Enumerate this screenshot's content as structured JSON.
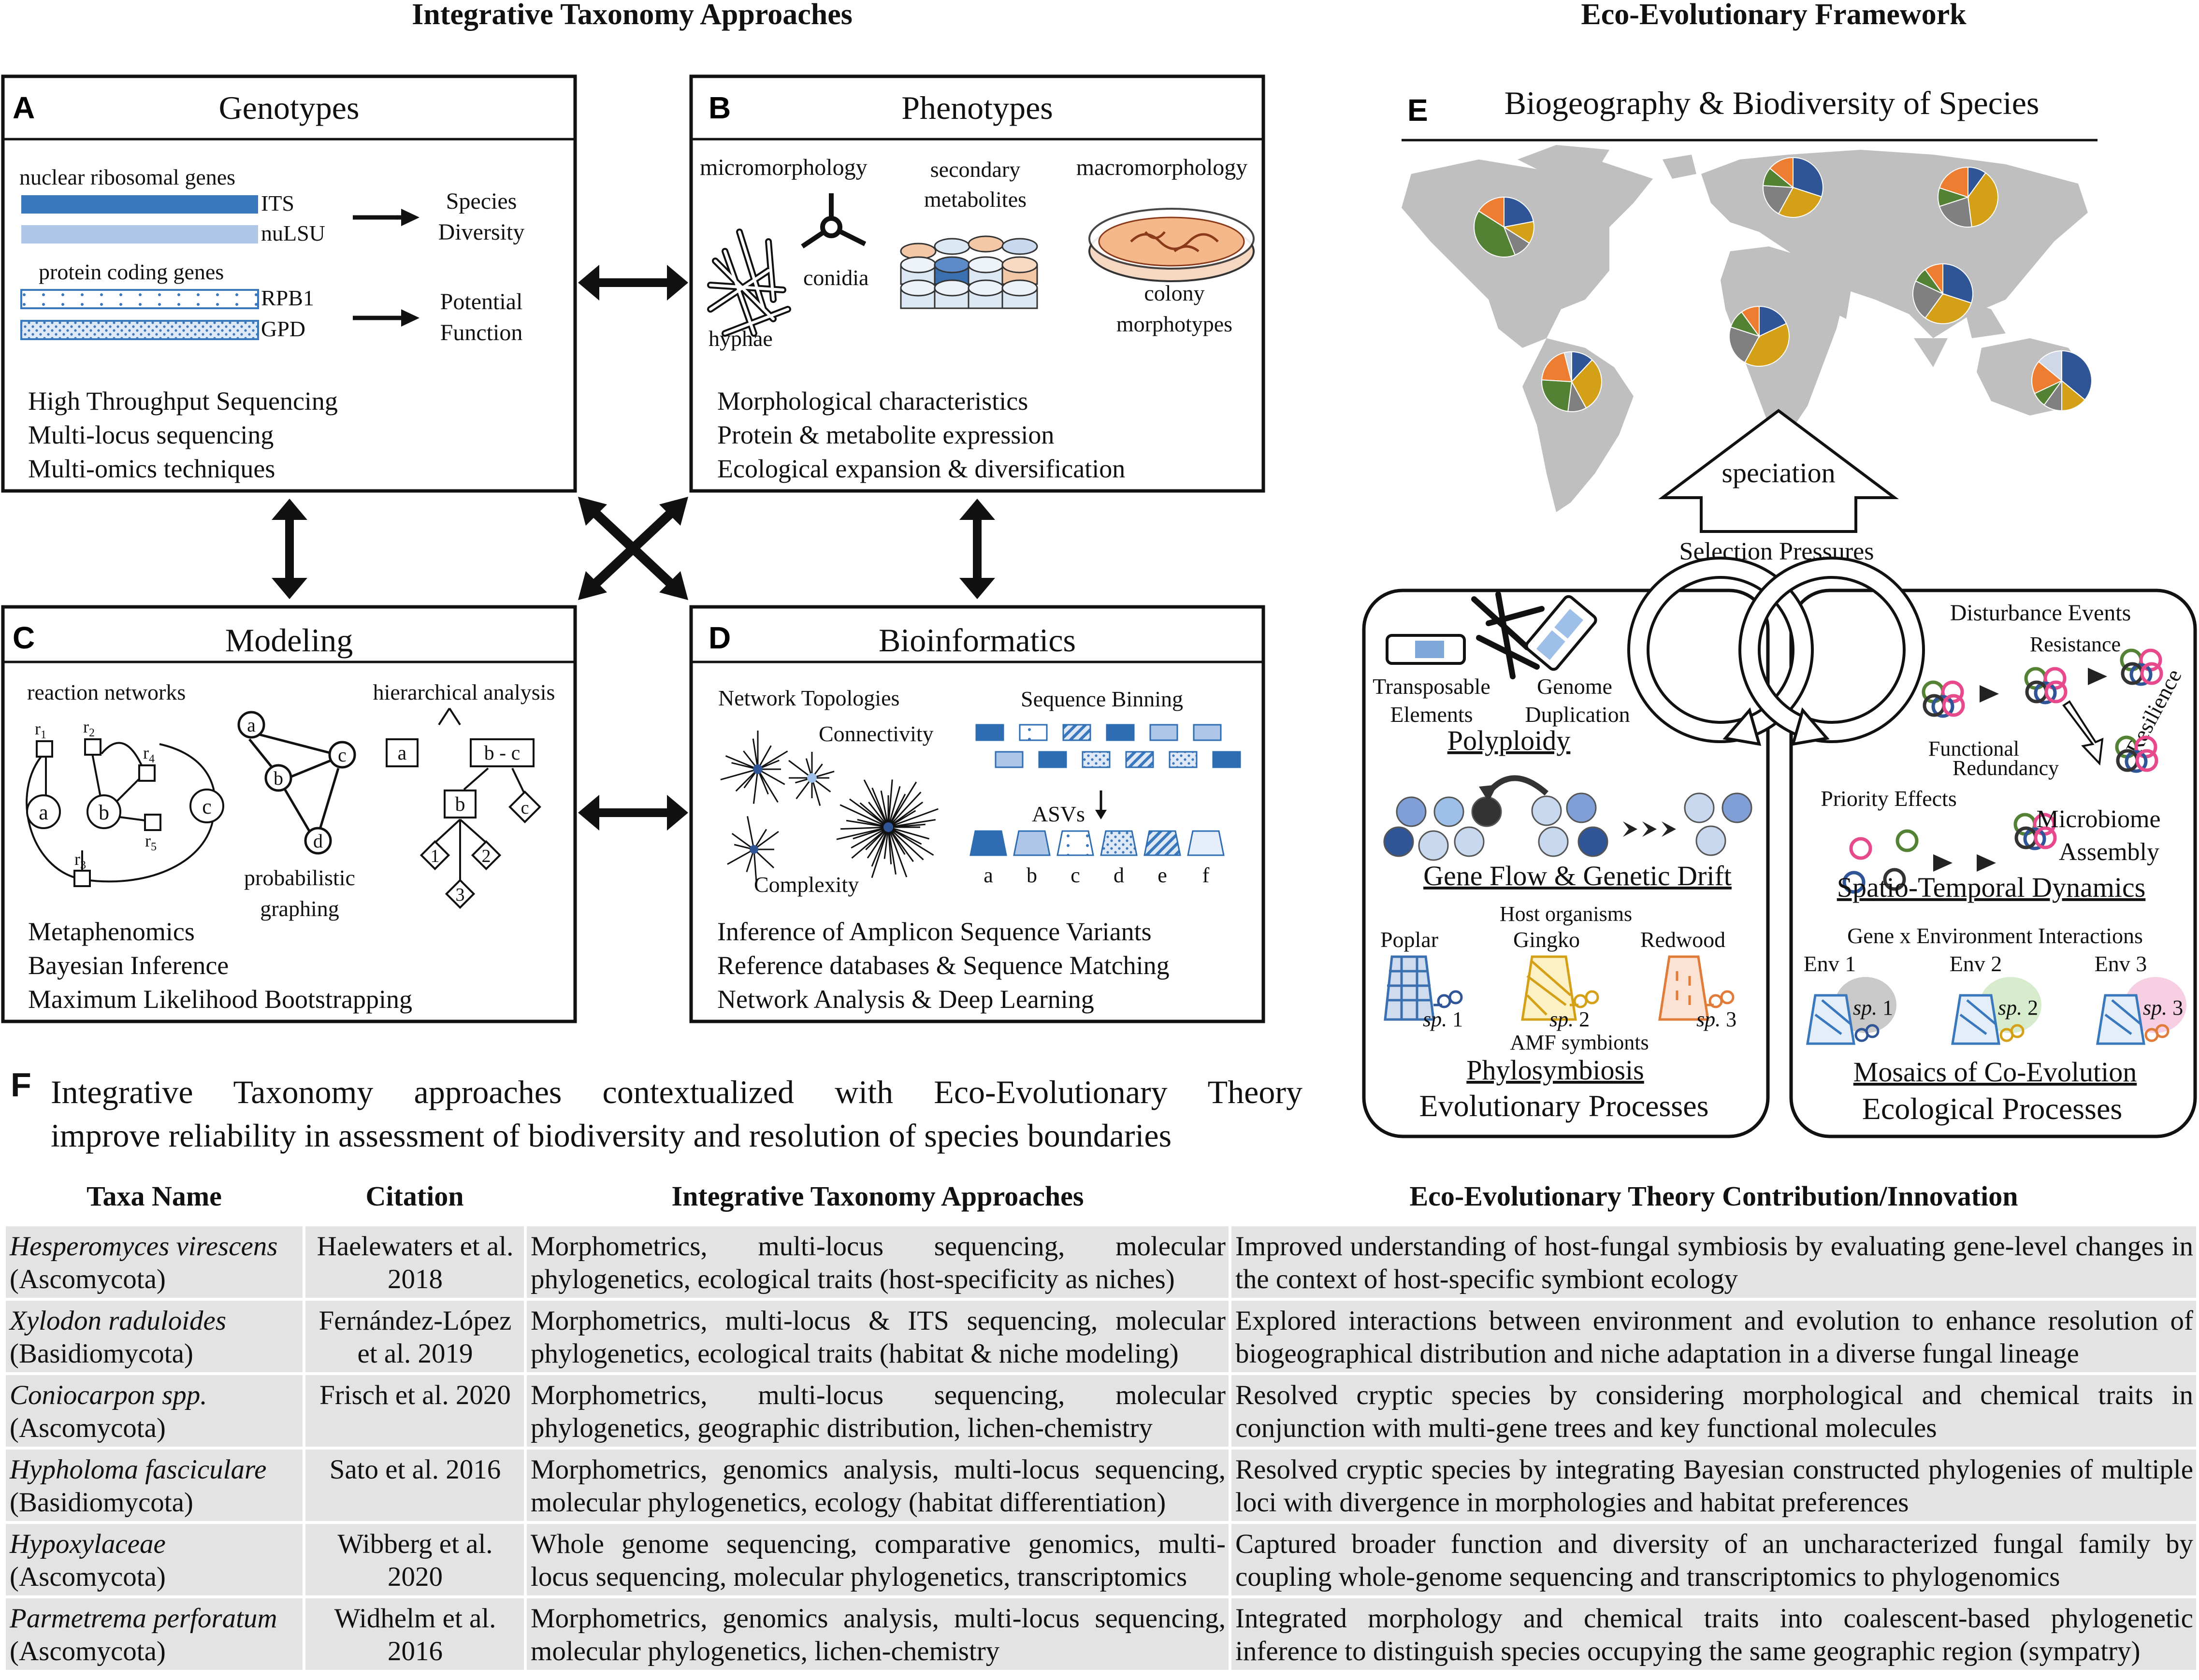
{
  "headings": {
    "left": "Integrative Taxonomy Approaches",
    "right": "Eco-Evolutionary Framework"
  },
  "panels": {
    "A": {
      "letter": "A",
      "title": "Genotypes",
      "label_nuclear": "nuclear ribosomal genes",
      "gene_its": "ITS",
      "gene_nulsu": "nuLSU",
      "label_protein": "protein coding genes",
      "gene_rpb1": "RPB1",
      "gene_gpd": "GPD",
      "out1_line1": "Species",
      "out1_line2": "Diversity",
      "out2_line1": "Potential",
      "out2_line2": "Function",
      "items": [
        "High Throughput Sequencing",
        "Multi-locus sequencing",
        "Multi-omics techniques"
      ],
      "colors": {
        "its": "#3a78bd",
        "nulsu": "#aec6e8"
      }
    },
    "B": {
      "letter": "B",
      "title": "Phenotypes",
      "micromorphology": "micromorphology",
      "conidia": "conidia",
      "hyphae": "hyphae",
      "secondary_line1": "secondary",
      "secondary_line2": "metabolites",
      "macromorphology": "macromorphology",
      "colony_line1": "colony",
      "colony_line2": "morphotypes",
      "items": [
        "Morphological characteristics",
        "Protein & metabolite expression",
        "Ecological expansion & diversification"
      ]
    },
    "C": {
      "letter": "C",
      "title": "Modeling",
      "reaction_networks": "reaction networks",
      "hierarchical_analysis": "hierarchical analysis",
      "probabilistic_line1": "probabilistic",
      "probabilistic_line2": "graphing",
      "nodes": {
        "a": "a",
        "b": "b",
        "c": "c",
        "d": "d",
        "bc": "b - c",
        "one": "1",
        "two": "2",
        "three": "3"
      },
      "reactions": [
        "r",
        "r",
        "r",
        "r",
        "r"
      ],
      "reaction_subs": [
        "1",
        "2",
        "3",
        "4",
        "5"
      ],
      "items": [
        "Metaphenomics",
        "Bayesian Inference",
        "Maximum Likelihood Bootstrapping"
      ]
    },
    "D": {
      "letter": "D",
      "title": "Bioinformatics",
      "network_topologies": "Network Topologies",
      "connectivity": "Connectivity",
      "complexity": "Complexity",
      "sequence_binning": "Sequence Binning",
      "asvs": "ASVs",
      "asv_labels": [
        "a",
        "b",
        "c",
        "d",
        "e",
        "f"
      ],
      "items": [
        "Inference of Amplicon Sequence Variants",
        "Reference databases & Sequence Matching",
        "Network Analysis & Deep Learning"
      ]
    },
    "E": {
      "letter": "E",
      "title": "Biogeography & Biodiversity of Species",
      "speciation": "speciation",
      "selection_pressures": "Selection Pressures",
      "pie_colors": [
        "#2f5597",
        "#d4a017",
        "#808080",
        "#548235",
        "#ed7d31",
        "#d0d8e8"
      ],
      "evolutionary": {
        "transposable_line1": "Transposable",
        "transposable_line2": "Elements",
        "genome_line1": "Genome",
        "genome_line2": "Duplication",
        "polyploidy": "Polyploidy",
        "gene_flow": "Gene Flow & Genetic Drift",
        "host_organisms": "Host organisms",
        "hosts": [
          "Poplar",
          "Gingko",
          "Redwood"
        ],
        "sp_abbrev": "sp.",
        "sp_numbers": [
          "1",
          "2",
          "3"
        ],
        "amf": "AMF symbionts",
        "phylosymbiosis": "Phylosymbiosis",
        "footer": "Evolutionary Processes"
      },
      "ecological": {
        "disturbance": "Disturbance Events",
        "resistance": "Resistance",
        "resilience": "Resilience",
        "functional_line1": "Functional",
        "functional_line2": "Redundancy",
        "priority": "Priority Effects",
        "microbiome_line1": "Microbiome",
        "microbiome_line2": "Assembly",
        "spatio": "Spatio-Temporal Dynamics",
        "gxe": "Gene x Environment Interactions",
        "envs": [
          "Env 1",
          "Env 2",
          "Env 3"
        ],
        "mosaics": "Mosaics of Co-Evolution",
        "footer": "Ecological Processes"
      }
    }
  },
  "F": {
    "letter": "F",
    "title_line1": "Integrative Taxonomy approaches contextualized with Eco-Evolutionary Theory",
    "title_line2": "improve reliability in assessment of biodiversity and resolution of species boundaries",
    "columns": [
      "Taxa Name",
      "Citation",
      "Integrative Taxonomy Approaches",
      "Eco-Evolutionary Theory Contribution/Innovation"
    ],
    "rows": [
      {
        "taxon": "Hesperomyces virescens",
        "group": "(Ascomycota)",
        "citation": "Haelewaters et al. 2018",
        "approaches": "Morphometrics, multi-locus sequencing, molecular phylogenetics, ecological traits (host-specificity as niches)",
        "contribution": "Improved understanding of host-fungal symbiosis by evaluating gene-level changes in the context of host-specific symbiont ecology"
      },
      {
        "taxon": "Xylodon raduloides",
        "group": "(Basidiomycota)",
        "citation": "Fernández-López et al. 2019",
        "approaches": "Morphometrics, multi-locus & ITS sequencing, molecular phylogenetics, ecological traits (habitat & niche modeling)",
        "contribution": "Explored interactions between environment and evolution to enhance resolution of biogeographical distribution and niche adaptation in a diverse fungal lineage"
      },
      {
        "taxon": "Coniocarpon spp.",
        "group": "(Ascomycota)",
        "citation": "Frisch et al. 2020",
        "approaches": "Morphometrics, multi-locus sequencing, molecular phylogenetics, geographic distribution, lichen-chemistry",
        "contribution": "Resolved cryptic species by considering morphological and chemical traits in conjunction with multi-gene trees and key functional molecules"
      },
      {
        "taxon": "Hypholoma fasciculare",
        "group": "(Basidiomycota)",
        "citation": "Sato et al. 2016",
        "approaches": "Morphometrics, genomics analysis, multi-locus sequencing, molecular phylogenetics, ecology (habitat differentiation)",
        "contribution": "Resolved cryptic species by integrating Bayesian constructed phylogenies of multiple loci with divergence in morphologies and habitat preferences"
      },
      {
        "taxon": "Hypoxylaceae",
        "group": "(Ascomycota)",
        "citation": "Wibberg et al. 2020",
        "approaches": "Whole genome sequencing, comparative genomics, multi-locus sequencing, molecular phylogenetics, transcriptomics",
        "contribution": "Captured broader function and diversity of an uncharacterized fungal family by coupling whole-genome sequencing and transcriptomics to phylogenomics"
      },
      {
        "taxon": "Parmetrema perforatum",
        "group": "(Ascomycota)",
        "citation": "Widhelm et al. 2016",
        "approaches": "Morphometrics, genomics analysis, multi-locus sequencing, molecular phylogenetics, lichen-chemistry",
        "contribution": "Integrated morphology and chemical traits into coalescent-based phylogenetic inference to distinguish species occupying the same geographic region (sympatry)"
      }
    ]
  }
}
